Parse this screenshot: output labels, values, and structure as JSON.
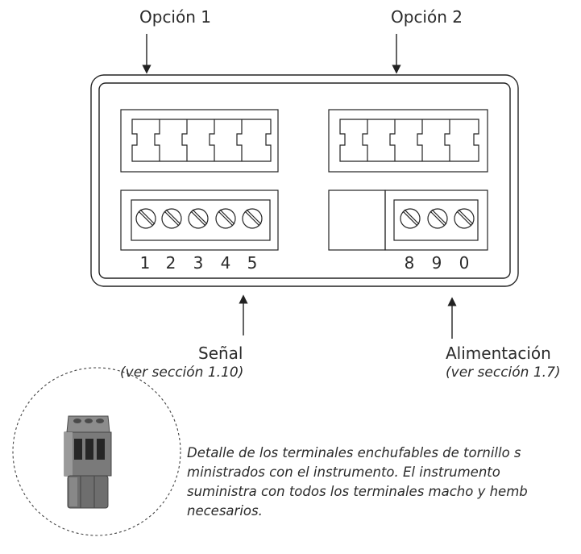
{
  "option_labels": [
    "Opción 1",
    "Opción 2"
  ],
  "left_terminal_numbers": [
    "1",
    "2",
    "3",
    "4",
    "5"
  ],
  "right_terminal_numbers": [
    "8",
    "9",
    "0"
  ],
  "signal": {
    "title": "Señal",
    "ref": "(ver sección 1.10)"
  },
  "power": {
    "title": "Alimentación",
    "ref": "(ver sección 1.7)"
  },
  "detail_lines": [
    "Detalle de los terminales enchufables de tornillo s",
    "ministrados con el instrumento. El instrumento",
    "suministra con todos los terminales macho y hemb",
    "necesarios."
  ],
  "icons": [
    "pluggable-terminal-block-image"
  ]
}
